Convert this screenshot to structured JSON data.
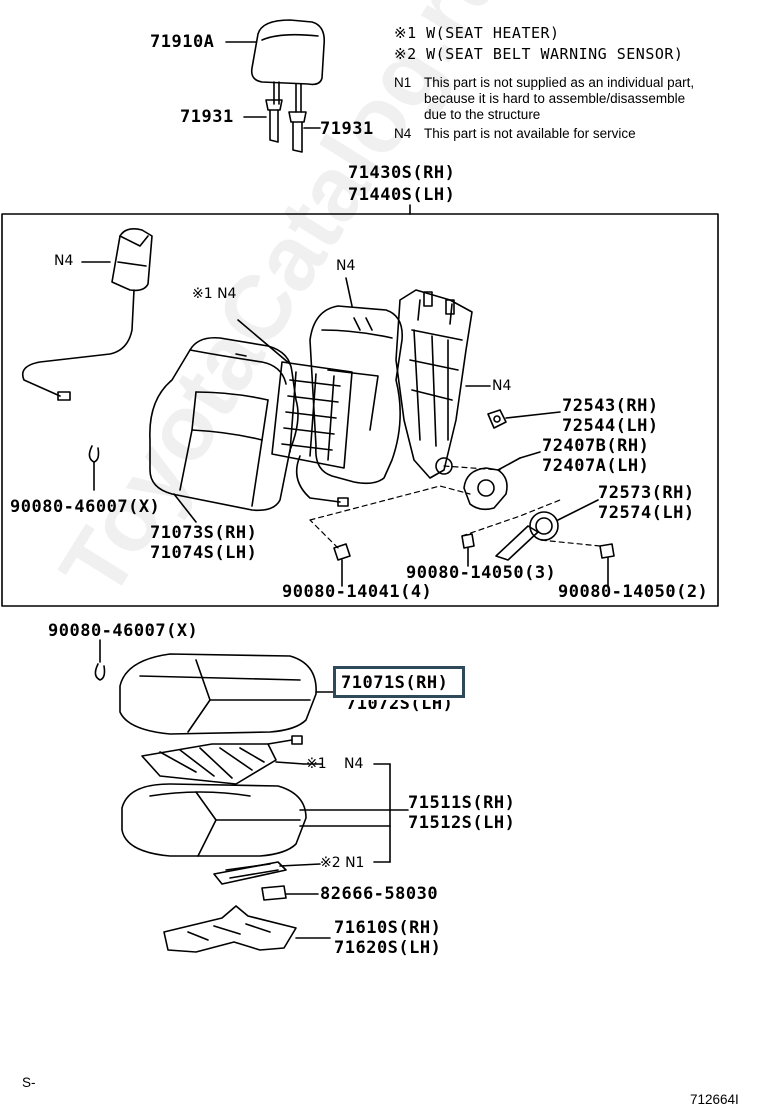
{
  "watermark": "ToyotaCatalog.ru",
  "notes": {
    "n1": "※1 W(SEAT HEATER)",
    "n2": "※2 W(SEAT BELT WARNING SENSOR)",
    "n3_code": "N1",
    "n3_line1": "This part is not supplied as an individual  part,",
    "n3_line2": "because it is hard to assemble/disassemble",
    "n3_line3": "due to the structure",
    "n4_code": "N4",
    "n4_text": "This part is not available for service"
  },
  "parts": {
    "p71910A": "71910A",
    "p71931_left": "71931",
    "p71931_right": "71931",
    "p71430S": "71430S(RH)",
    "p71440S": "71440S(LH)",
    "n4_armrest": "N4",
    "n4_back": "N4",
    "sym1_n4": "※1 N4",
    "n4_frame": "N4",
    "p72543": "72543(RH)",
    "p72544": "72544(LH)",
    "p72407B": "72407B(RH)",
    "p72407A": "72407A(LH)",
    "p72573": "72573(RH)",
    "p72574": "72574(LH)",
    "p90080_46007_a": "90080-46007(X)",
    "p71073S": "71073S(RH)",
    "p71074S": "71074S(LH)",
    "p90080_14041": "90080-14041(4)",
    "p90080_14050_3": "90080-14050(3)",
    "p90080_14050_2": "90080-14050(2)",
    "p90080_46007_b": "90080-46007(X)",
    "p71071S": "71071S(RH)",
    "p71072S": "71072S(LH)",
    "sym1_cushion": "※1",
    "n4_cushion": "N4",
    "p71511S": "71511S(RH)",
    "p71512S": "71512S(LH)",
    "sym2_n1": "※2 N1",
    "p82666": "82666-58030",
    "p71610S": "71610S(RH)",
    "p71620S": "71620S(LH)"
  },
  "footer": {
    "left": "S-",
    "right": "712664I"
  },
  "highlight_color": "#2e4a5a"
}
